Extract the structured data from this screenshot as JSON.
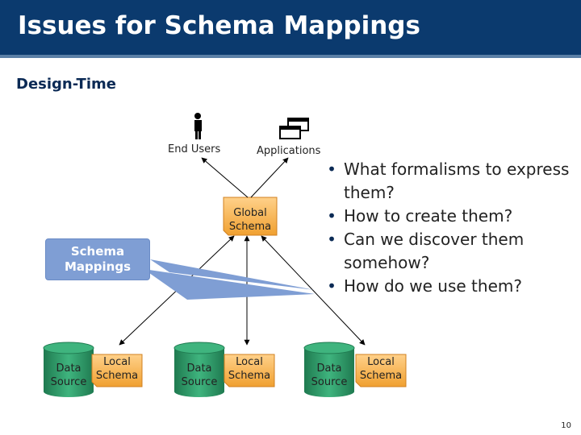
{
  "header": {
    "title": "Issues for Schema Mappings"
  },
  "subtitle": "Design-Time",
  "diagram": {
    "end_users": "End Users",
    "applications": "Applications",
    "global_schema": [
      "Global",
      "Schema"
    ],
    "schema_mappings": [
      "Schema",
      "Mappings"
    ],
    "sources": [
      {
        "data": [
          "Data",
          "Source"
        ],
        "local": [
          "Local",
          "Schema"
        ]
      },
      {
        "data": [
          "Data",
          "Source"
        ],
        "local": [
          "Local",
          "Schema"
        ]
      },
      {
        "data": [
          "Data",
          "Source"
        ],
        "local": [
          "Local",
          "Schema"
        ]
      }
    ]
  },
  "bullets": [
    "What formalisms to express them?",
    "How to create them?",
    "Can we discover them somehow?",
    "How do we use them?"
  ],
  "page_number": "10",
  "colors": {
    "title_bar": "#0b3a6e",
    "cylinder": "#2e9c6a",
    "schema_box": "#f2a33a",
    "mappings_box": "#7f9ed4"
  }
}
